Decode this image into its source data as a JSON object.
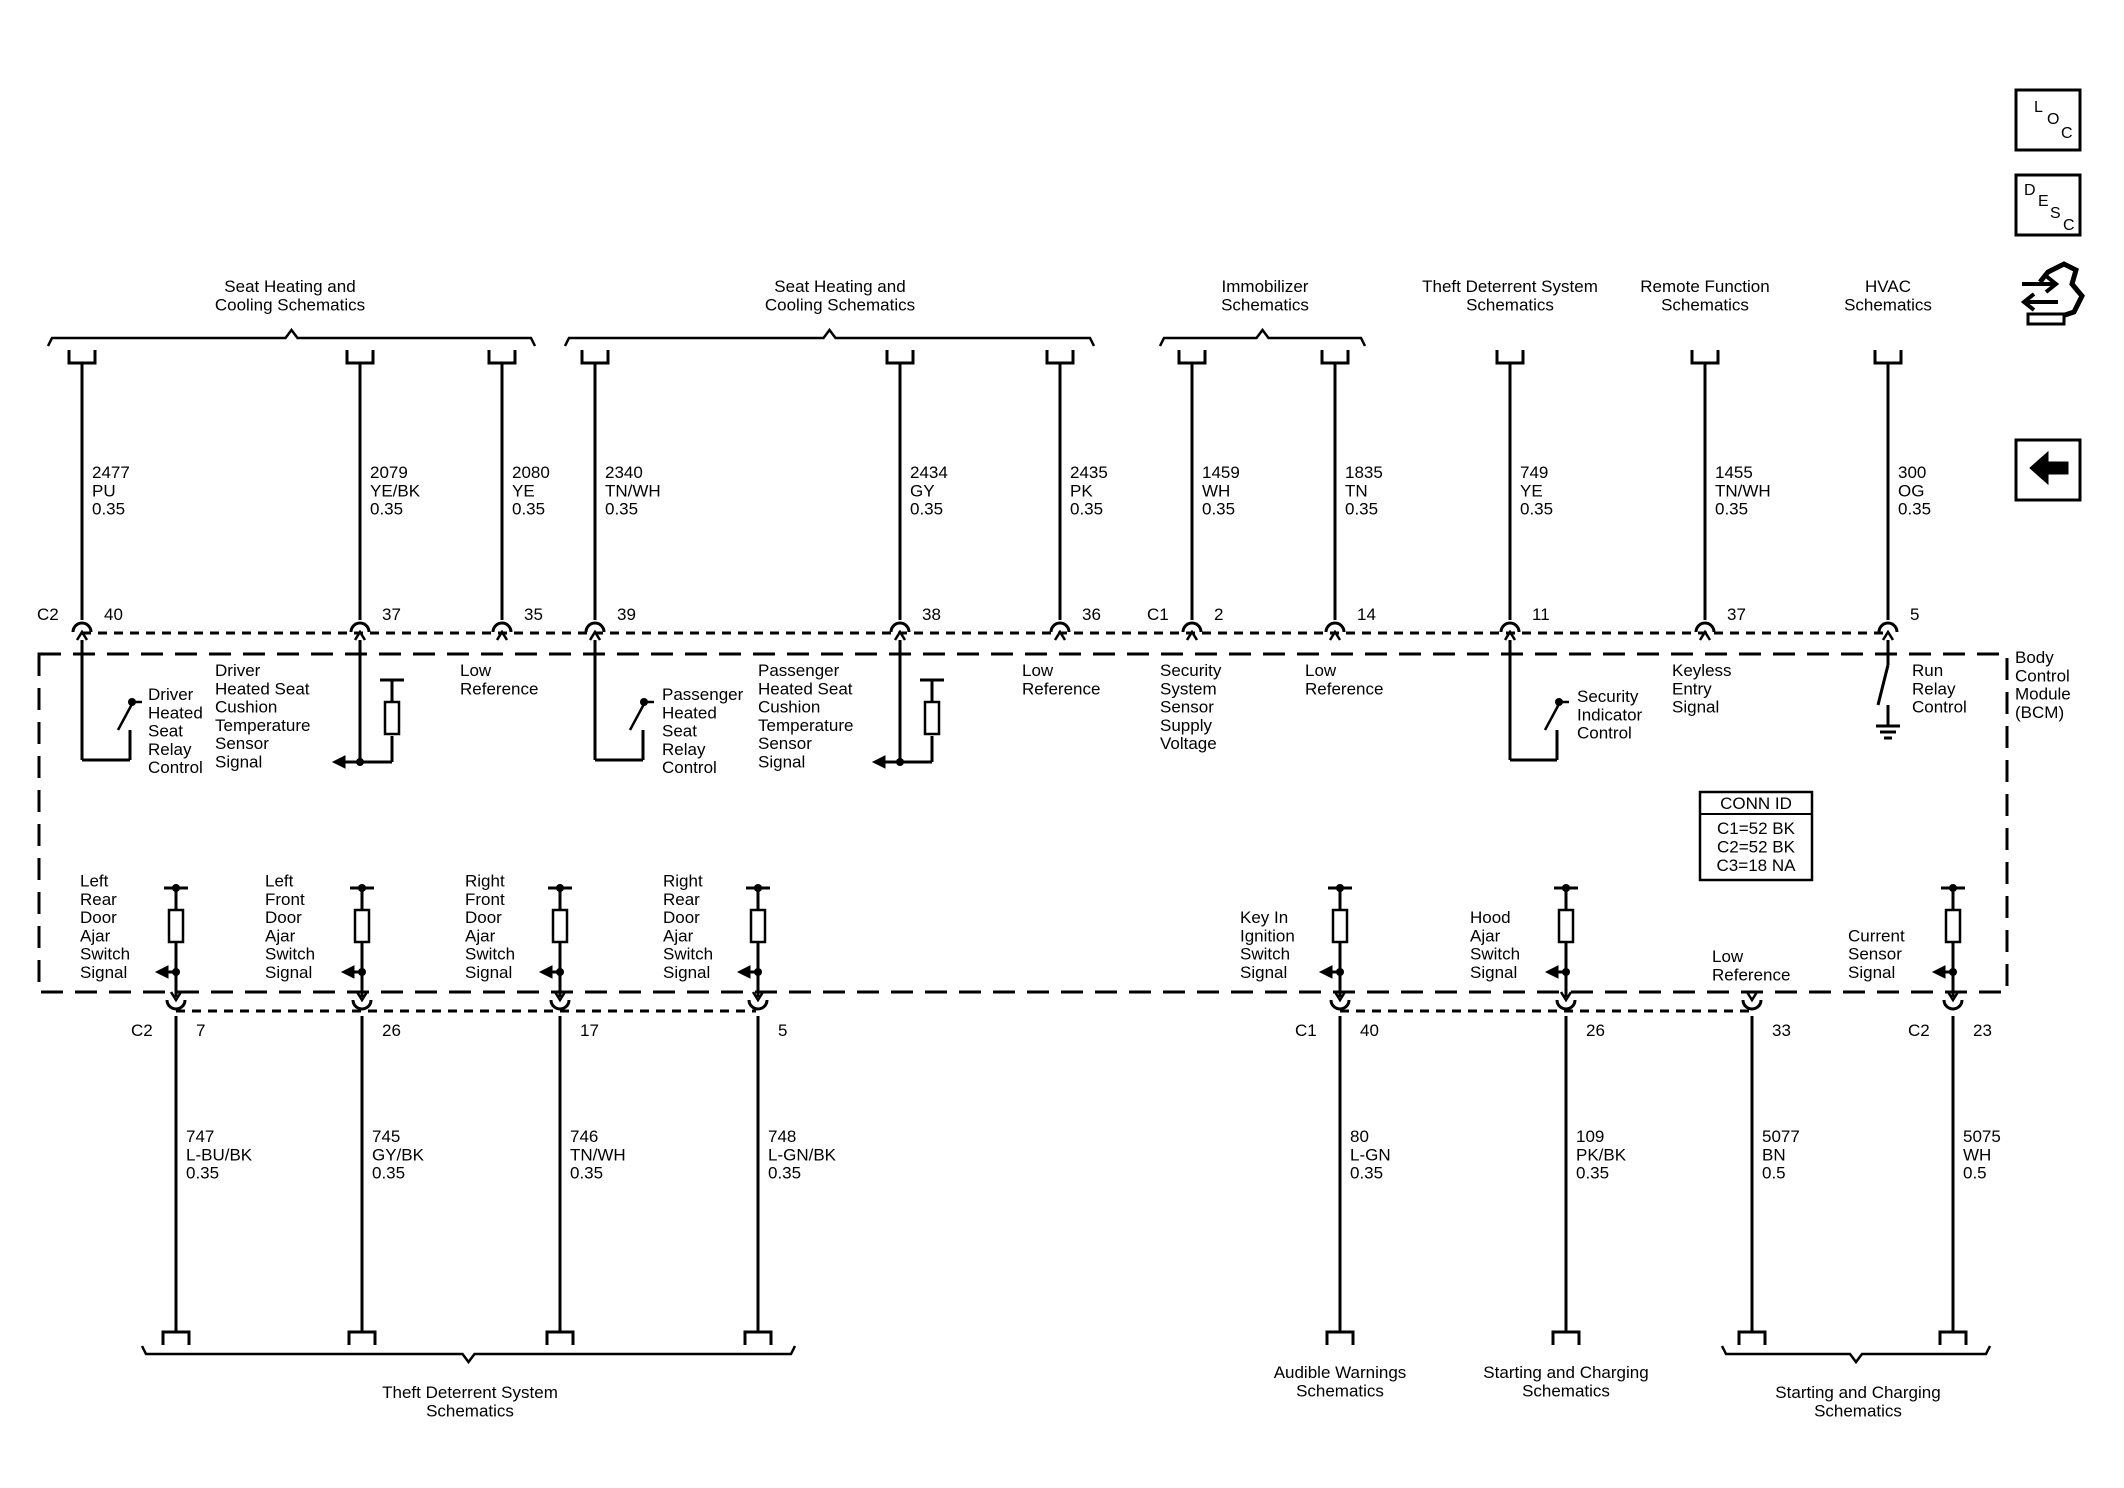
{
  "top_groups": [
    {
      "id": "tg1",
      "lines": [
        "Seat Heating and",
        "Cooling Schematics"
      ]
    },
    {
      "id": "tg2",
      "lines": [
        "Seat Heating and",
        "Cooling Schematics"
      ]
    },
    {
      "id": "tg3",
      "lines": [
        "Immobilizer",
        "Schematics"
      ]
    },
    {
      "id": "tg4",
      "lines": [
        "Theft Deterrent System",
        "Schematics"
      ]
    },
    {
      "id": "tg5",
      "lines": [
        "Remote Function",
        "Schematics"
      ]
    },
    {
      "id": "tg6",
      "lines": [
        "HVAC",
        "Schematics"
      ]
    }
  ],
  "top_wires": [
    {
      "circuit": "2477",
      "color": "PU",
      "size": "0.35",
      "pin": "40",
      "conn": "C2"
    },
    {
      "circuit": "2079",
      "color": "YE/BK",
      "size": "0.35",
      "pin": "37",
      "conn": ""
    },
    {
      "circuit": "2080",
      "color": "YE",
      "size": "0.35",
      "pin": "35",
      "conn": ""
    },
    {
      "circuit": "2340",
      "color": "TN/WH",
      "size": "0.35",
      "pin": "39",
      "conn": ""
    },
    {
      "circuit": "2434",
      "color": "GY",
      "size": "0.35",
      "pin": "38",
      "conn": ""
    },
    {
      "circuit": "2435",
      "color": "PK",
      "size": "0.35",
      "pin": "36",
      "conn": ""
    },
    {
      "circuit": "1459",
      "color": "WH",
      "size": "0.35",
      "pin": "2",
      "conn": "C1"
    },
    {
      "circuit": "1835",
      "color": "TN",
      "size": "0.35",
      "pin": "14",
      "conn": ""
    },
    {
      "circuit": "749",
      "color": "YE",
      "size": "0.35",
      "pin": "11",
      "conn": ""
    },
    {
      "circuit": "1455",
      "color": "TN/WH",
      "size": "0.35",
      "pin": "37",
      "conn": ""
    },
    {
      "circuit": "300",
      "color": "OG",
      "size": "0.35",
      "pin": "5",
      "conn": ""
    }
  ],
  "module_labels": {
    "m1": [
      "Driver",
      "Heated",
      "Seat",
      "Relay",
      "Control"
    ],
    "m2": [
      "Driver",
      "Heated Seat",
      "Cushion",
      "Temperature",
      "Sensor",
      "Signal"
    ],
    "m3": [
      "Low",
      "Reference"
    ],
    "m4": [
      "Passenger",
      "Heated",
      "Seat",
      "Relay",
      "Control"
    ],
    "m5": [
      "Passenger",
      "Heated Seat",
      "Cushion",
      "Temperature",
      "Sensor",
      "Signal"
    ],
    "m6": [
      "Low",
      "Reference"
    ],
    "m7": [
      "Security",
      "System",
      "Sensor",
      "Supply",
      "Voltage"
    ],
    "m8": [
      "Low",
      "Reference"
    ],
    "m9": [
      "Security",
      "Indicator",
      "Control"
    ],
    "m10": [
      "Keyless",
      "Entry",
      "Signal"
    ],
    "m11": [
      "Run",
      "Relay",
      "Control"
    ],
    "bcm": [
      "Body",
      "Control",
      "Module",
      "(BCM)"
    ]
  },
  "conn_id": {
    "title": "CONN ID",
    "rows": [
      "C1=52 BK",
      "C2=52 BK",
      "C3=18 NA"
    ]
  },
  "bottom_inputs": [
    {
      "lines": [
        "Left",
        "Rear",
        "Door",
        "Ajar",
        "Switch",
        "Signal"
      ]
    },
    {
      "lines": [
        "Left",
        "Front",
        "Door",
        "Ajar",
        "Switch",
        "Signal"
      ]
    },
    {
      "lines": [
        "Right",
        "Front",
        "Door",
        "Ajar",
        "Switch",
        "Signal"
      ]
    },
    {
      "lines": [
        "Right",
        "Rear",
        "Door",
        "Ajar",
        "Switch",
        "Signal"
      ]
    },
    {
      "lines": [
        "Key In",
        "Ignition",
        "Switch",
        "Signal"
      ]
    },
    {
      "lines": [
        "Hood",
        "Ajar",
        "Switch",
        "Signal"
      ]
    },
    {
      "lines": [
        "Low",
        "Reference"
      ]
    },
    {
      "lines": [
        "Current",
        "Sensor",
        "Signal"
      ]
    }
  ],
  "bottom_wires": [
    {
      "circuit": "747",
      "color": "L-BU/BK",
      "size": "0.35",
      "pin": "7",
      "conn": "C2"
    },
    {
      "circuit": "745",
      "color": "GY/BK",
      "size": "0.35",
      "pin": "26",
      "conn": ""
    },
    {
      "circuit": "746",
      "color": "TN/WH",
      "size": "0.35",
      "pin": "17",
      "conn": ""
    },
    {
      "circuit": "748",
      "color": "L-GN/BK",
      "size": "0.35",
      "pin": "5",
      "conn": ""
    },
    {
      "circuit": "80",
      "color": "L-GN",
      "size": "0.35",
      "pin": "40",
      "conn": "C1"
    },
    {
      "circuit": "109",
      "color": "PK/BK",
      "size": "0.35",
      "pin": "26",
      "conn": ""
    },
    {
      "circuit": "5077",
      "color": "BN",
      "size": "0.5",
      "pin": "33",
      "conn": ""
    },
    {
      "circuit": "5075",
      "color": "WH",
      "size": "0.5",
      "pin": "23",
      "conn": "C2"
    }
  ],
  "bottom_groups": [
    {
      "id": "bg1",
      "lines": [
        "Theft Deterrent System",
        "Schematics"
      ]
    },
    {
      "id": "bg2",
      "lines": [
        "Audible Warnings",
        "Schematics"
      ]
    },
    {
      "id": "bg3",
      "lines": [
        "Starting and Charging",
        "Schematics"
      ]
    },
    {
      "id": "bg4",
      "lines": [
        "Starting and Charging",
        "Schematics"
      ]
    }
  ],
  "nav": {
    "loc": [
      "L",
      "O",
      "C"
    ],
    "desc": [
      "D",
      "E",
      "S",
      "C"
    ],
    "icons": [
      "loc-icon",
      "desc-icon",
      "connector-view-icon",
      "back-arrow-icon"
    ]
  }
}
